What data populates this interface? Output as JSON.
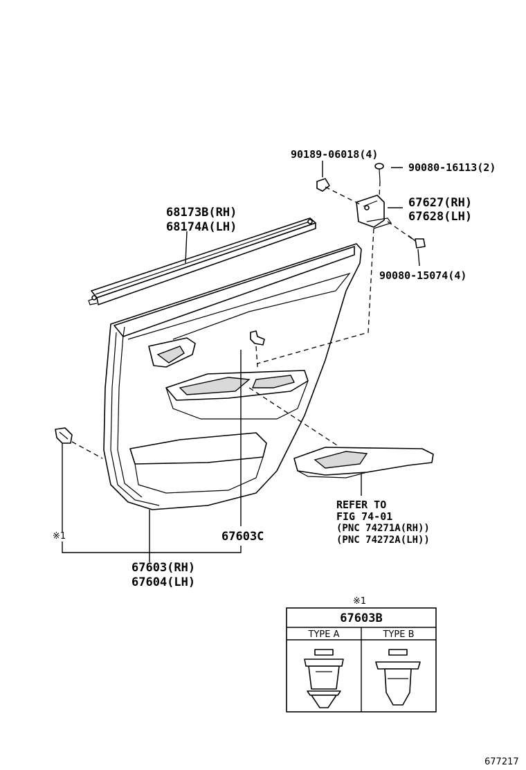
{
  "labels": {
    "clip_nut": "90189-06018(4)",
    "screw_top": "90080-16113(2)",
    "bracket_rh": "67627(RH)",
    "bracket_lh": "67628(LH)",
    "screw_side": "90080-15074(4)",
    "weatherstrip_rh": "68173B(RH)",
    "weatherstrip_lh": "68174A(LH)",
    "refer_line1": "REFER TO",
    "refer_line2": "FIG 74-01",
    "refer_line3": "(PNC 74271A(RH))",
    "refer_line4": "(PNC 74272A(LH))",
    "clip_part": "67603C",
    "note_mark": "※1",
    "panel_rh": "67603(RH)",
    "panel_lh": "67604(LH)",
    "figure_id": "677217"
  },
  "inset": {
    "note_mark": "※1",
    "part_number": "67603B",
    "type_a": "TYPE A",
    "type_b": "TYPE B"
  }
}
